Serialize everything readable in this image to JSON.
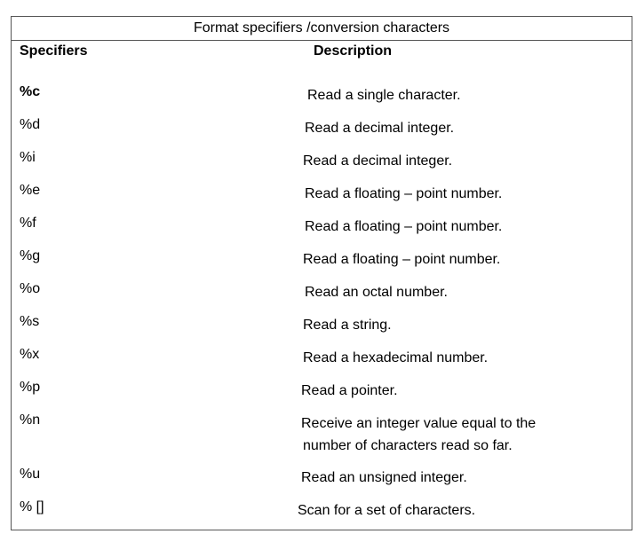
{
  "title": "Format specifiers /conversion characters",
  "headers": {
    "specifiers": "Specifiers",
    "description": "Description"
  },
  "rows": [
    {
      "specifier": "%c",
      "description": [
        "Read a single character."
      ]
    },
    {
      "specifier": "%d",
      "description": [
        "Read a decimal integer."
      ]
    },
    {
      "specifier": "%i",
      "description": [
        "Read a decimal integer."
      ]
    },
    {
      "specifier": "%e",
      "description": [
        "Read a floating – point number."
      ]
    },
    {
      "specifier": "%f",
      "description": [
        "Read a floating – point number."
      ]
    },
    {
      "specifier": "%g",
      "description": [
        "Read a floating – point number."
      ]
    },
    {
      "specifier": "%o",
      "description": [
        "Read an octal number."
      ]
    },
    {
      "specifier": "%s",
      "description": [
        "Read a string."
      ]
    },
    {
      "specifier": "%x",
      "description": [
        "Read a hexadecimal number."
      ]
    },
    {
      "specifier": "%p",
      "description": [
        "Read a pointer."
      ]
    },
    {
      "specifier": "%n",
      "description": [
        "Receive an integer value equal to the",
        "number of characters read so far."
      ]
    },
    {
      "specifier": "%u",
      "description": [
        "Read an unsigned integer."
      ]
    },
    {
      "specifier": "% []",
      "description": [
        "Scan for a set of characters."
      ]
    }
  ]
}
